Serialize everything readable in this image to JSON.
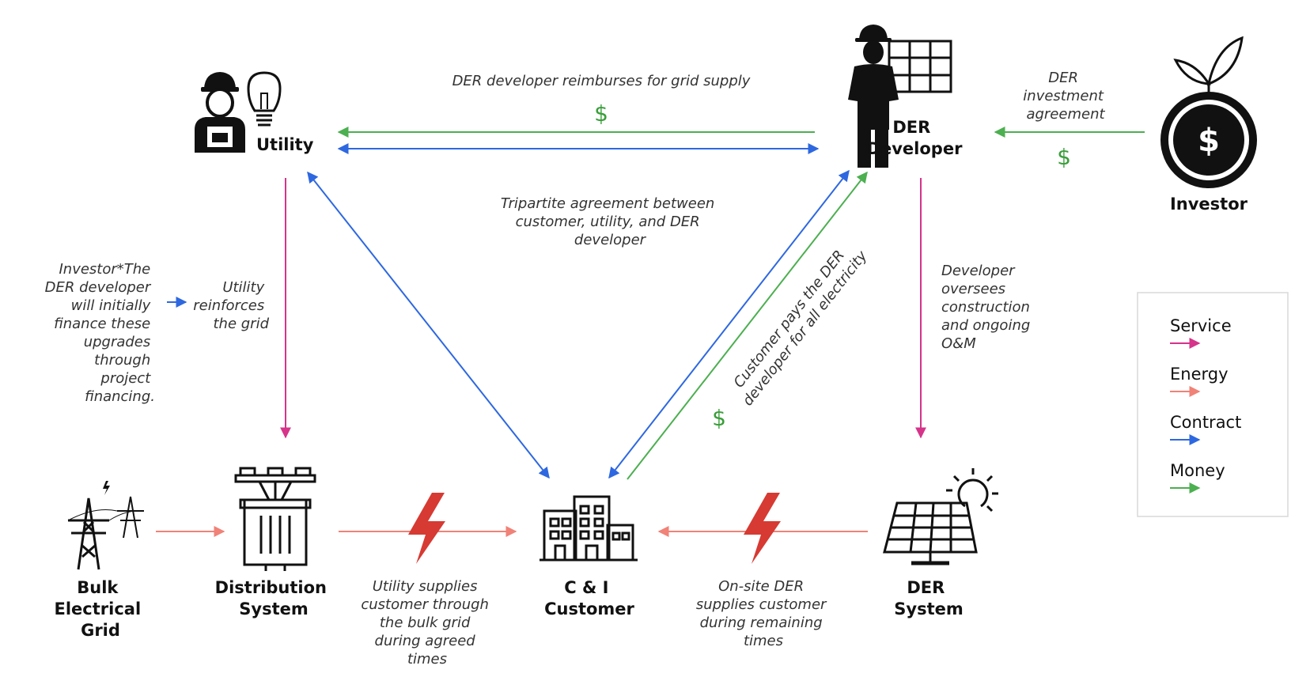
{
  "colors": {
    "service": "#d6338a",
    "energy": "#f08277",
    "contract": "#2e68e0",
    "money": "#4caf50",
    "bolt": "#d63a32",
    "dollar_text": "#3a9e3a"
  },
  "nodes": {
    "utility": {
      "label": "Utility"
    },
    "der_developer": {
      "label_line1": "DER",
      "label_line2": "Developer"
    },
    "investor": {
      "label": "Investor",
      "symbol": "$"
    },
    "bulk_grid": {
      "label_line1": "Bulk",
      "label_line2": "Electrical",
      "label_line3": "Grid"
    },
    "distribution": {
      "label_line1": "Distribution",
      "label_line2": "System"
    },
    "customer": {
      "label_line1": "C & I",
      "label_line2": "Customer"
    },
    "der_system": {
      "label_line1": "DER",
      "label_line2": "System"
    }
  },
  "notes": {
    "reimburse": "DER developer reimburses for grid supply",
    "investment": [
      "DER",
      "investment",
      "agreement"
    ],
    "tripartite": [
      "Tripartite agreement between",
      "customer, utility, and DER",
      "developer"
    ],
    "investor_finance": [
      "Investor*The",
      "DER developer",
      "will initially",
      "finance these",
      "upgrades",
      "through",
      "project",
      "financing."
    ],
    "reinforce": [
      "Utility",
      "reinforces",
      "the grid"
    ],
    "oversees": [
      "Developer",
      "oversees",
      "construction",
      "and ongoing",
      "O&M"
    ],
    "customer_pays": [
      "Customer pays the DER",
      "developer for all electricity"
    ],
    "utility_supplies": [
      "Utility supplies",
      "customer through",
      "the bulk grid",
      "during agreed",
      "times"
    ],
    "onsite": [
      "On-site DER",
      "supplies customer",
      "during remaining",
      "times"
    ]
  },
  "money_symbols": {
    "top": "$",
    "investor": "$",
    "customer": "$"
  },
  "legend": [
    {
      "label": "Service",
      "color": "#d6338a"
    },
    {
      "label": "Energy",
      "color": "#f08277"
    },
    {
      "label": "Contract",
      "color": "#2e68e0"
    },
    {
      "label": "Money",
      "color": "#4caf50"
    }
  ]
}
